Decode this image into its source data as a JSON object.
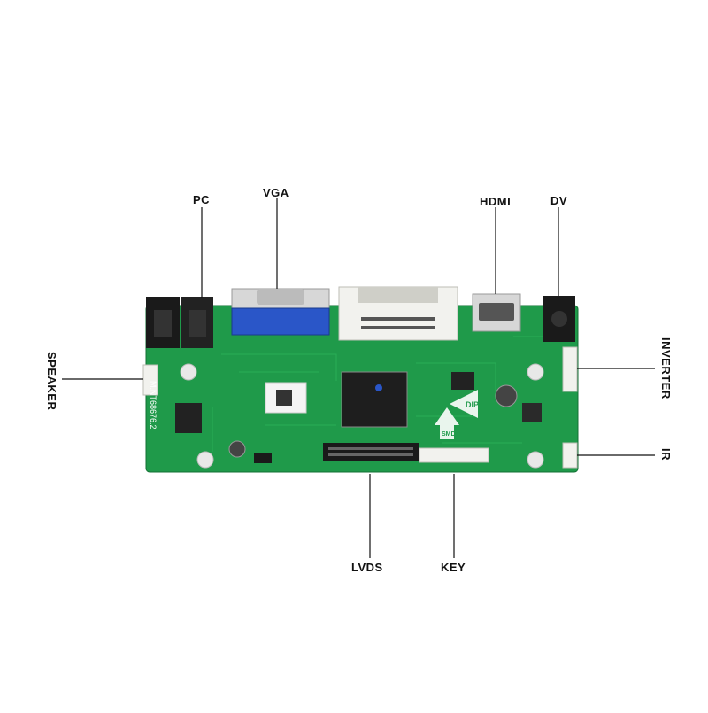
{
  "labels": {
    "pc": "PC",
    "vga": "VGA",
    "hdmi": "HDMI",
    "dv": "DV",
    "speaker": "SPEAKER",
    "inverter": "INVERTER",
    "ir": "IR",
    "lvds": "LVDS",
    "key": "KEY"
  },
  "board": {
    "model": "M.NT68676.2",
    "arrow_dip": "DIP",
    "arrow_smd": "SMD",
    "colors": {
      "pcb": "#1f9a4a",
      "pcb_dark": "#157a38",
      "vga_blue": "#2a56c8",
      "jack_black": "#1a1a1a",
      "connector_white": "#f2f2ee",
      "metal": "#d7d7d7"
    }
  }
}
